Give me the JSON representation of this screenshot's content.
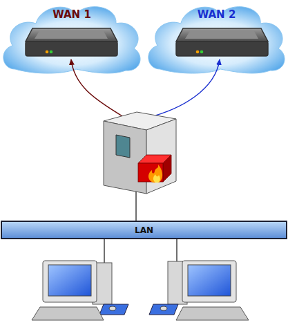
{
  "diagram": {
    "nodes": [
      {
        "text": [
          "WAN 1"
        ]
      },
      {
        "text": [
          "WAN 2"
        ]
      },
      {
        "text": [
          "LAN"
        ]
      }
    ]
  }
}
